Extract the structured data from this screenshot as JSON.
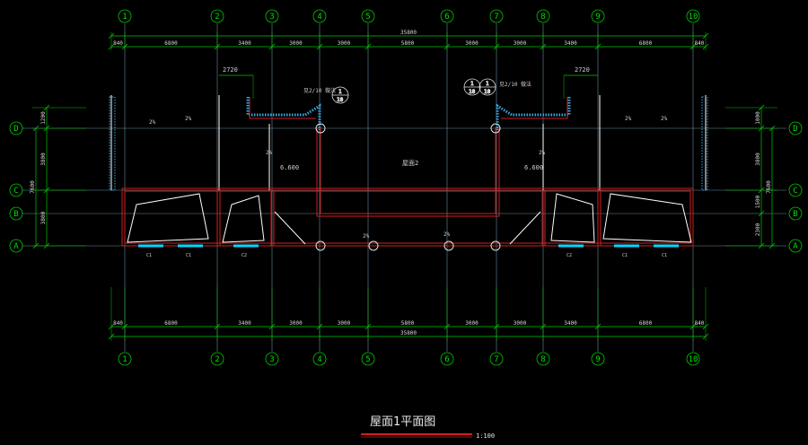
{
  "drawing": {
    "title": "屋面1平面图",
    "scale": "1:100",
    "total_width_label": "35800",
    "colors": {
      "background": "#000000",
      "dimension": "#00c800",
      "wall": "#d02020",
      "parapet": "#ffffff",
      "glass": "#00d8ff",
      "text": "#d8d8d8",
      "axis_line": "#6a8fa0"
    }
  },
  "axes_vertical": [
    "1",
    "2",
    "3",
    "4",
    "5",
    "6",
    "7",
    "8",
    "9",
    "10"
  ],
  "axes_horizontal": [
    "D",
    "C",
    "B",
    "A"
  ],
  "top_dims": [
    "840",
    "6800",
    "3400",
    "3000",
    "3000",
    "5800",
    "3000",
    "3000",
    "3400",
    "6800",
    "840"
  ],
  "bottom_dims": [
    "840",
    "6800",
    "3400",
    "3000",
    "3000",
    "5800",
    "3000",
    "3000",
    "3400",
    "6800",
    "840"
  ],
  "left_dims": [
    "1200",
    "3800",
    "7600",
    "3800"
  ],
  "right_dims": [
    "1000",
    "3800",
    "7600",
    "1500",
    "2300"
  ],
  "notes": {
    "left_offset": "2720",
    "right_offset": "2720",
    "left_level": "6.600",
    "right_level": "6.600",
    "center_label": "屋面2",
    "slope": "2%",
    "detail_left": "见2/10 做法",
    "detail_right": "见2/10 做法",
    "detail_symbol_num": "1",
    "detail_symbol_den": "10",
    "window_label": "C1",
    "window_label_b": "C2"
  }
}
